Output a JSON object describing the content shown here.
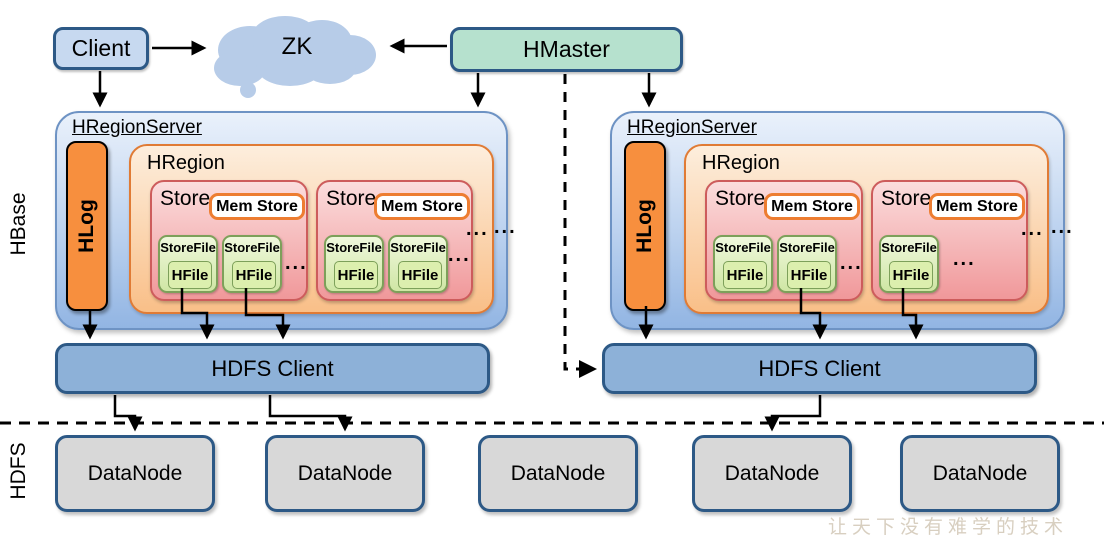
{
  "side_labels": {
    "hbase": "HBase",
    "hdfs": "HDFS"
  },
  "nodes": {
    "client": "Client",
    "zookeeper": "ZK",
    "hmaster": "HMaster"
  },
  "region_servers": [
    {
      "label": "HRegionServer",
      "hlog": "HLog",
      "hregion": {
        "label": "HRegion",
        "stores": [
          {
            "label": "Store",
            "mem_store": "Mem Store",
            "store_files": [
              {
                "label": "StoreFile",
                "hfile": "HFile"
              },
              {
                "label": "StoreFile",
                "hfile": "HFile"
              }
            ],
            "more": "..."
          },
          {
            "label": "Store",
            "mem_store": "Mem Store",
            "store_files": [
              {
                "label": "StoreFile",
                "hfile": "HFile"
              },
              {
                "label": "StoreFile",
                "hfile": "HFile"
              }
            ],
            "more": "..."
          }
        ],
        "more": "..."
      },
      "more": "...",
      "hdfs_client": "HDFS Client"
    },
    {
      "label": "HRegionServer",
      "hlog": "HLog",
      "hregion": {
        "label": "HRegion",
        "stores": [
          {
            "label": "Store",
            "mem_store": "Mem Store",
            "store_files": [
              {
                "label": "StoreFile",
                "hfile": "HFile"
              },
              {
                "label": "StoreFile",
                "hfile": "HFile"
              }
            ],
            "more": "..."
          },
          {
            "label": "Store",
            "mem_store": "Mem Store",
            "store_files": [
              {
                "label": "StoreFile",
                "hfile": "HFile"
              }
            ],
            "more": "..."
          }
        ],
        "more": "..."
      },
      "more": "...",
      "hdfs_client": "HDFS Client"
    }
  ],
  "datanodes": [
    "DataNode",
    "DataNode",
    "DataNode",
    "DataNode",
    "DataNode"
  ],
  "watermark": "让天下没有难学的技术",
  "colors": {
    "navy_border": "#2d5986",
    "client_fill": "#c7d9f0",
    "zookeeper_cloud": "#b7cce8",
    "hmaster_fill": "#b6e1ce",
    "region_server_fill": "#bcd2ef",
    "hlog_fill": "#f78f3e",
    "hregion_border": "#e07b35",
    "store_border": "#cd5c5c",
    "mem_store_border": "#ed7d31",
    "store_file_fill": "#cfe6a4",
    "hdfs_client_fill": "#8db1d8",
    "datanode_fill": "#d8d8d8"
  }
}
